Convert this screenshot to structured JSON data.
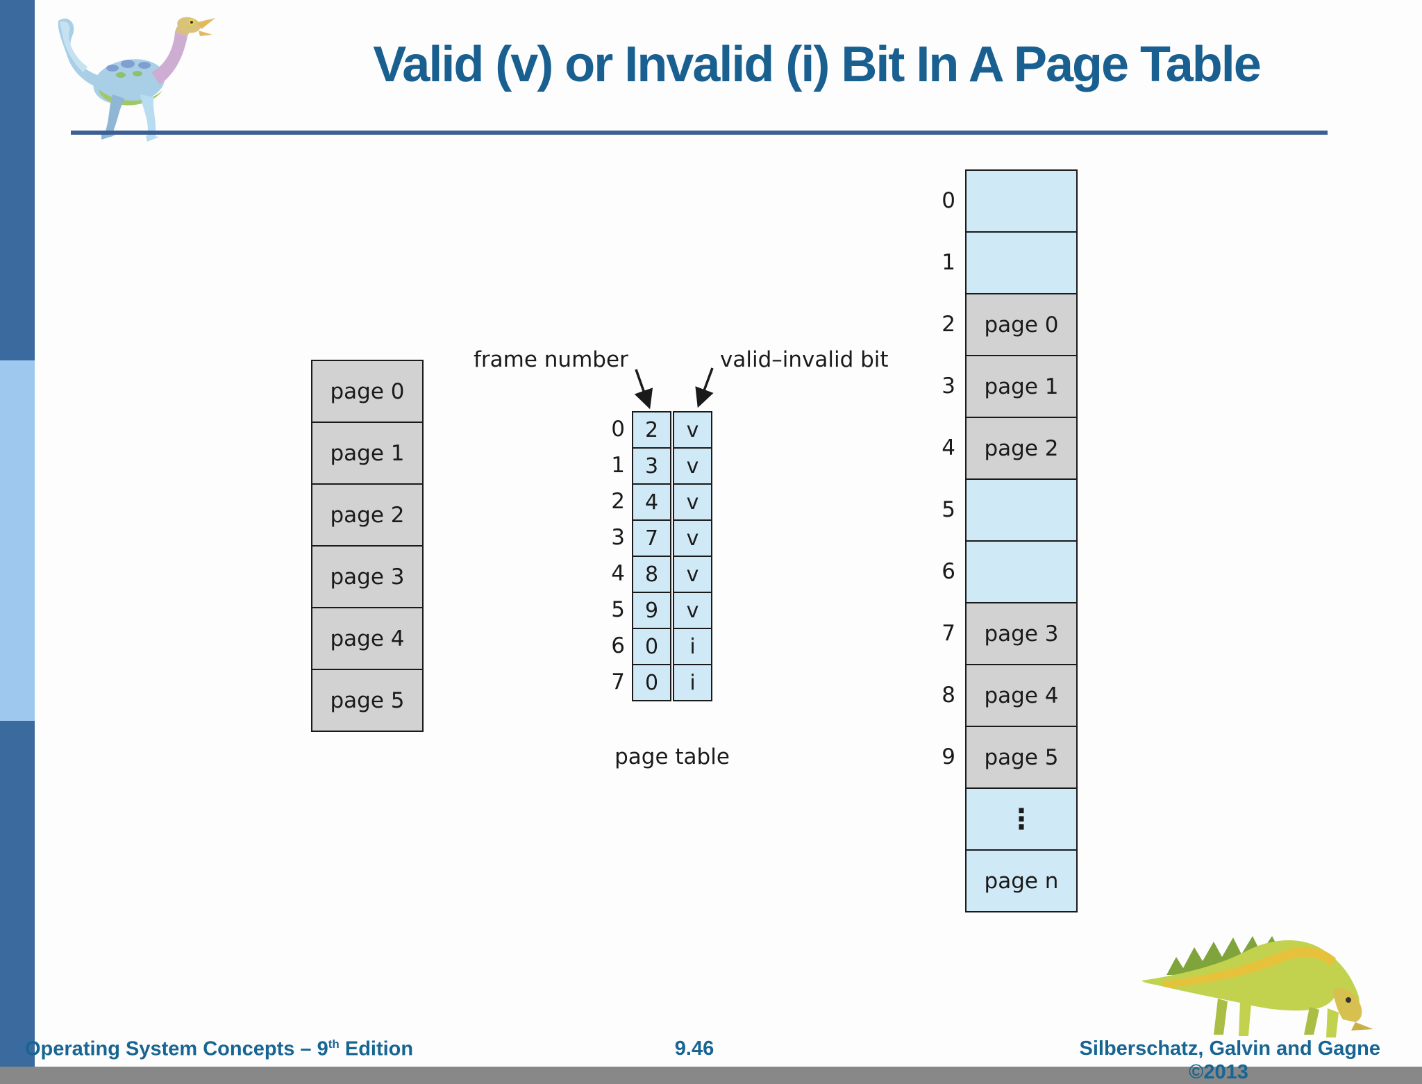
{
  "slide": {
    "title": "Valid (v) or Invalid (i) Bit In A Page Table",
    "footer": {
      "left_pre": "Operating System Concepts – 9",
      "left_sup": "th",
      "left_post": " Edition",
      "page_number": "9.46",
      "right_authors": "Silberschatz, Galvin and Gagne",
      "right_year": "©2013"
    }
  },
  "diagram": {
    "logical_memory": {
      "rows": [
        {
          "label": "page 0"
        },
        {
          "label": "page 1"
        },
        {
          "label": "page 2"
        },
        {
          "label": "page 3"
        },
        {
          "label": "page 4"
        },
        {
          "label": "page 5"
        }
      ]
    },
    "page_table": {
      "frame_label": "frame number",
      "bit_label": "valid–invalid bit",
      "caption": "page table",
      "rows": [
        {
          "index": "0",
          "frame": "2",
          "bit": "v"
        },
        {
          "index": "1",
          "frame": "3",
          "bit": "v"
        },
        {
          "index": "2",
          "frame": "4",
          "bit": "v"
        },
        {
          "index": "3",
          "frame": "7",
          "bit": "v"
        },
        {
          "index": "4",
          "frame": "8",
          "bit": "v"
        },
        {
          "index": "5",
          "frame": "9",
          "bit": "v"
        },
        {
          "index": "6",
          "frame": "0",
          "bit": "i"
        },
        {
          "index": "7",
          "frame": "0",
          "bit": "i"
        }
      ]
    },
    "physical_memory": {
      "rows": [
        {
          "index": "0",
          "label": "",
          "type": "free"
        },
        {
          "index": "1",
          "label": "",
          "type": "free"
        },
        {
          "index": "2",
          "label": "page 0",
          "type": "used"
        },
        {
          "index": "3",
          "label": "page 1",
          "type": "used"
        },
        {
          "index": "4",
          "label": "page 2",
          "type": "used"
        },
        {
          "index": "5",
          "label": "",
          "type": "free"
        },
        {
          "index": "6",
          "label": "",
          "type": "free"
        },
        {
          "index": "7",
          "label": "page 3",
          "type": "used"
        },
        {
          "index": "8",
          "label": "page 4",
          "type": "used"
        },
        {
          "index": "9",
          "label": "page 5",
          "type": "used"
        },
        {
          "index": "",
          "label": "⋮",
          "type": "dots"
        },
        {
          "index": "",
          "label": "page n",
          "type": "free"
        }
      ]
    }
  },
  "colors": {
    "title_blue": "#196090",
    "rule_blue": "#3b5e95",
    "sidebar_dark": "#3a6a9e",
    "sidebar_light": "#9fc8ef",
    "cell_blue": "#cfe9f7",
    "cell_gray": "#d2d2d2",
    "cell_border": "#1a1a1a",
    "footer_blue": "#176592"
  }
}
